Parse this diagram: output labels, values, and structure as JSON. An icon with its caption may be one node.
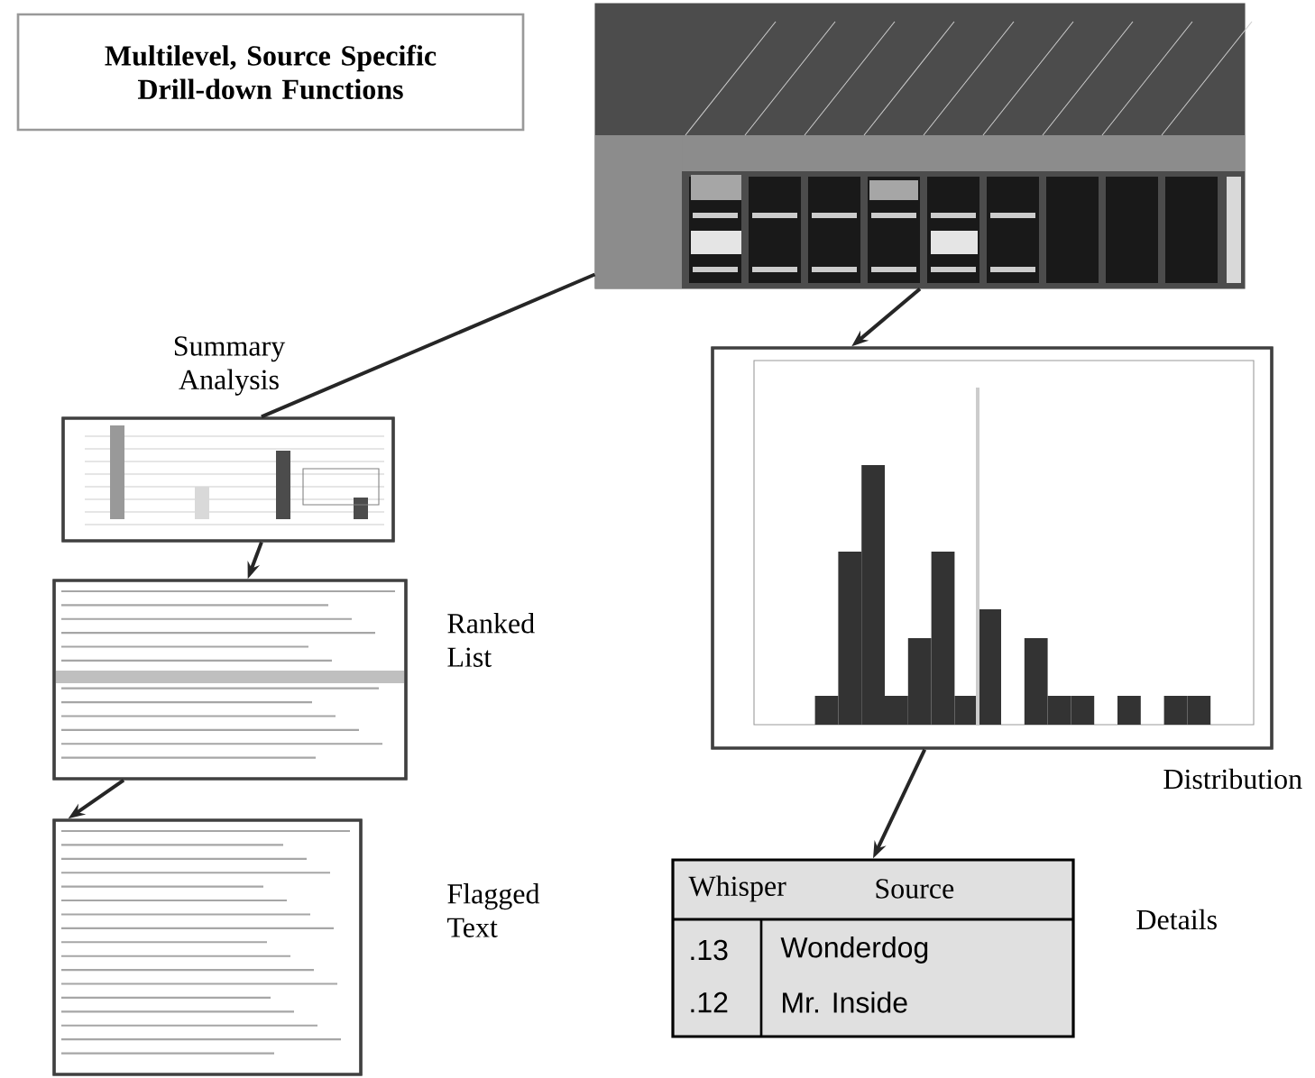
{
  "diagram": {
    "nodes": [
      {
        "text": [
          "Multilevel, Source Specific Drill-down Functions"
        ]
      },
      {
        "text": [],
        "shape": "picture"
      },
      {
        "text": [],
        "shape": "picture",
        "beside": [
          "Summary Analysis"
        ]
      },
      {
        "text": [],
        "shape": "picture",
        "beside": [
          "Ranked List"
        ]
      },
      {
        "text": [],
        "shape": "picture",
        "beside": [
          "Flagged Text"
        ]
      },
      {
        "text": [],
        "shape": "picture",
        "beside": [
          "Distribution"
        ]
      },
      {
        "text": [
          "Whisper",
          "Source",
          ".13",
          "Wonderdog",
          ".12",
          "Mr. Inside"
        ],
        "beside": [
          "Details"
        ]
      }
    ],
    "edges": [
      {
        "from": 1,
        "to": 2,
        "arrow": "none"
      },
      {
        "from": 2,
        "to": 3,
        "arrow": "to"
      },
      {
        "from": 3,
        "to": 4,
        "arrow": "to"
      },
      {
        "from": 1,
        "to": 5,
        "arrow": "to"
      },
      {
        "from": 5,
        "to": 6,
        "arrow": "to"
      }
    ]
  }
}
